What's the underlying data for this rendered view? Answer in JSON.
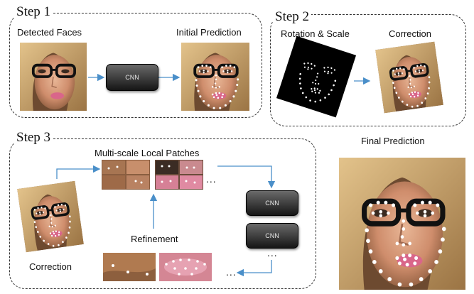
{
  "step1": {
    "title": "Step 1",
    "detected_label": "Detected Faces",
    "initial_label": "Initial Prediction",
    "cnn_label": "CNN"
  },
  "step2": {
    "title": "Step 2",
    "rotation_label": "Rotation & Scale",
    "correction_label": "Correction"
  },
  "step3": {
    "title": "Step 3",
    "patches_label": "Multi-scale Local Patches",
    "refinement_label": "Refinement",
    "correction_label": "Correction",
    "cnn_label_1": "CNN",
    "cnn_label_2": "CNN",
    "ellipsis_patches": "...",
    "ellipsis_cnn": "...",
    "ellipsis_refine": "..."
  },
  "final": {
    "label": "Final Prediction"
  },
  "colors": {
    "arrow": "#4a8fc9",
    "landmark": "#ffffff",
    "hair": "#c9a46b",
    "skin": "#d9987a"
  }
}
